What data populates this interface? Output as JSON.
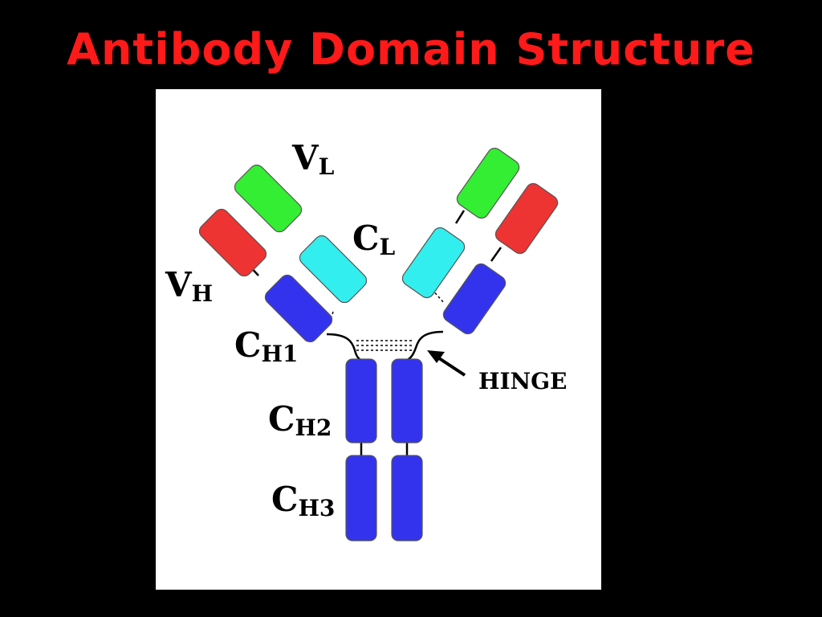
{
  "slide": {
    "title": "Antibody Domain Structure"
  },
  "diagram": {
    "labels": {
      "vl": {
        "main": "V",
        "sub": "L"
      },
      "cl": {
        "main": "C",
        "sub": "L"
      },
      "vh": {
        "main": "V",
        "sub": "H"
      },
      "ch1": {
        "main": "C",
        "sub": "H1"
      },
      "ch2": {
        "main": "C",
        "sub": "H2"
      },
      "ch3": {
        "main": "C",
        "sub": "H3"
      },
      "hinge": "HINGE"
    },
    "colors": {
      "vl": "#33ee33",
      "cl": "#33eeee",
      "vh": "#ee3333",
      "ch": "#3333ee",
      "background": "#000000",
      "panel": "#ffffff",
      "title": "#ff1a1a"
    }
  }
}
